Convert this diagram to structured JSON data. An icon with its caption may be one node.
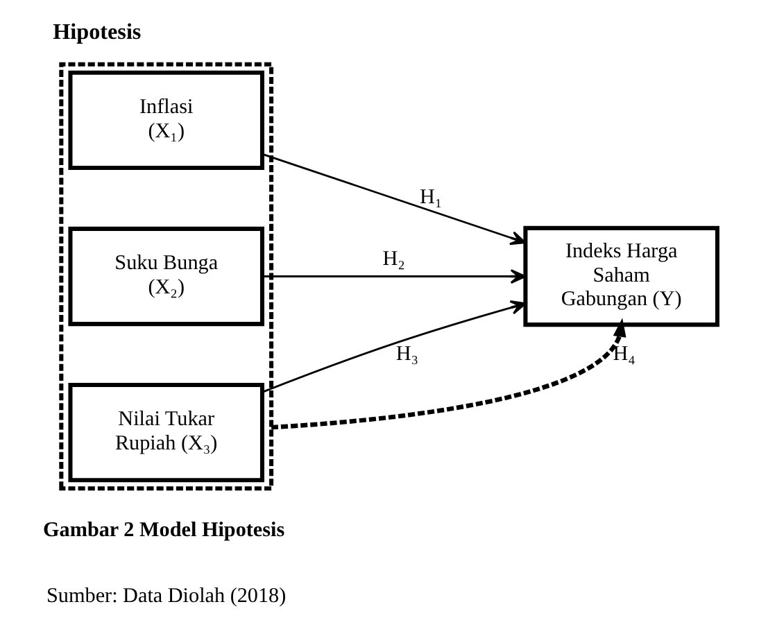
{
  "diagram": {
    "title": "Hipotesis",
    "caption": "Gambar 2 Model Hipotesis",
    "nodes": [
      {
        "text": [],
        "shape": "box"
      },
      {
        "text": [
          "Inflasi (X₁)"
        ],
        "in": 0
      },
      {
        "text": [
          "Suku Bunga (X₂)"
        ],
        "in": 0
      },
      {
        "text": [
          "Nilai Tukar Rupiah (X₃)"
        ],
        "in": 0
      },
      {
        "text": [
          "Indeks Harga Saham Gabungan (Y)"
        ]
      }
    ],
    "edges": [
      {
        "from": 1,
        "to": 4,
        "arrow": "to",
        "label": "H₁"
      },
      {
        "from": 2,
        "to": 4,
        "arrow": "to",
        "label": "H₂"
      },
      {
        "from": 3,
        "to": 4,
        "arrow": "to",
        "label": "H₃"
      },
      {
        "from": 0,
        "to": 4,
        "arrow": "to",
        "label": "H₄",
        "style": "dashed"
      }
    ],
    "labels": [
      "Sumber: Data Diolah (2018)"
    ]
  }
}
